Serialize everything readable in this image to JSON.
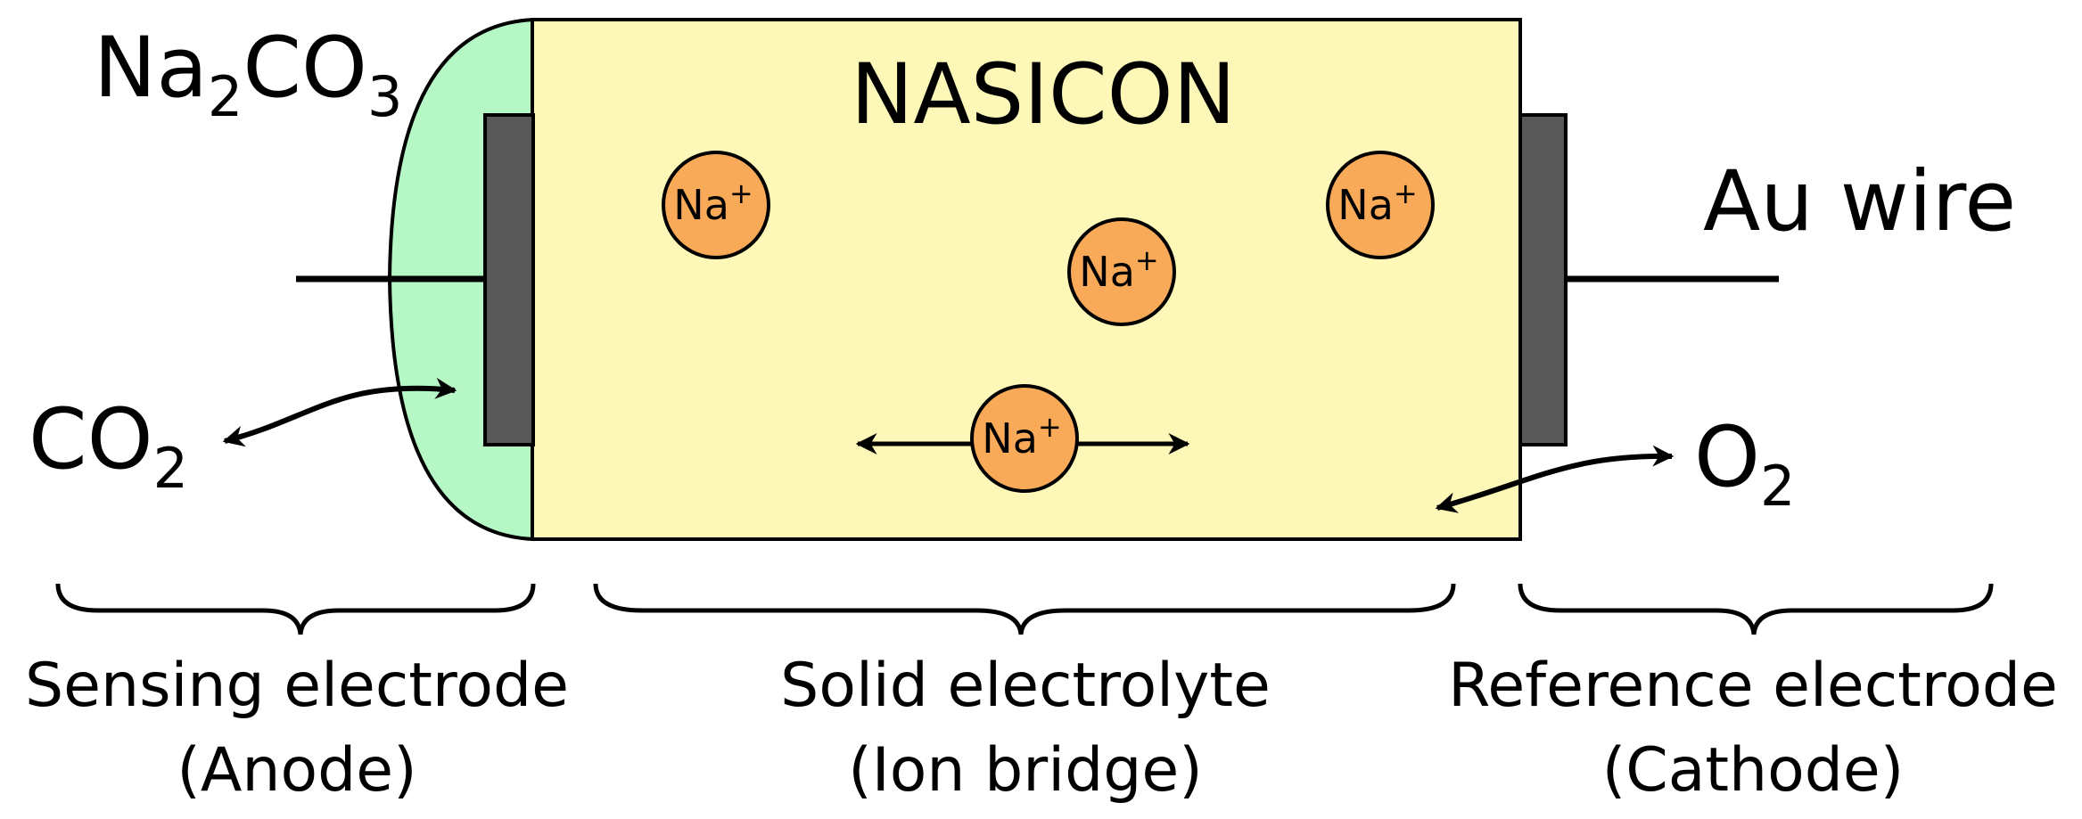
{
  "colors": {
    "electrolyte_fill": "#fdf8b8",
    "sensing_layer_fill": "#b5f8c6",
    "electrode_fill": "#585858",
    "ion_fill": "#f9aa58",
    "stroke": "#000000"
  },
  "electrolyte": {
    "title": "NASICON"
  },
  "sensing_layer": {
    "base": "Na",
    "sub1": "2",
    "mid": "CO",
    "sub2": "3"
  },
  "wire_label": "Au wire",
  "gases": {
    "left": {
      "base": "CO",
      "sub": "2"
    },
    "right": {
      "base": "O",
      "sub": "2"
    }
  },
  "ions": [
    {
      "base": "Na",
      "sup": "+"
    },
    {
      "base": "Na",
      "sup": "+"
    },
    {
      "base": "Na",
      "sup": "+"
    },
    {
      "base": "Na",
      "sup": "+"
    }
  ],
  "sections": [
    {
      "line1": "Sensing electrode",
      "line2": "(Anode)"
    },
    {
      "line1": "Solid electrolyte",
      "line2": "(Ion bridge)"
    },
    {
      "line1": "Reference electrode",
      "line2": "(Cathode)"
    }
  ]
}
